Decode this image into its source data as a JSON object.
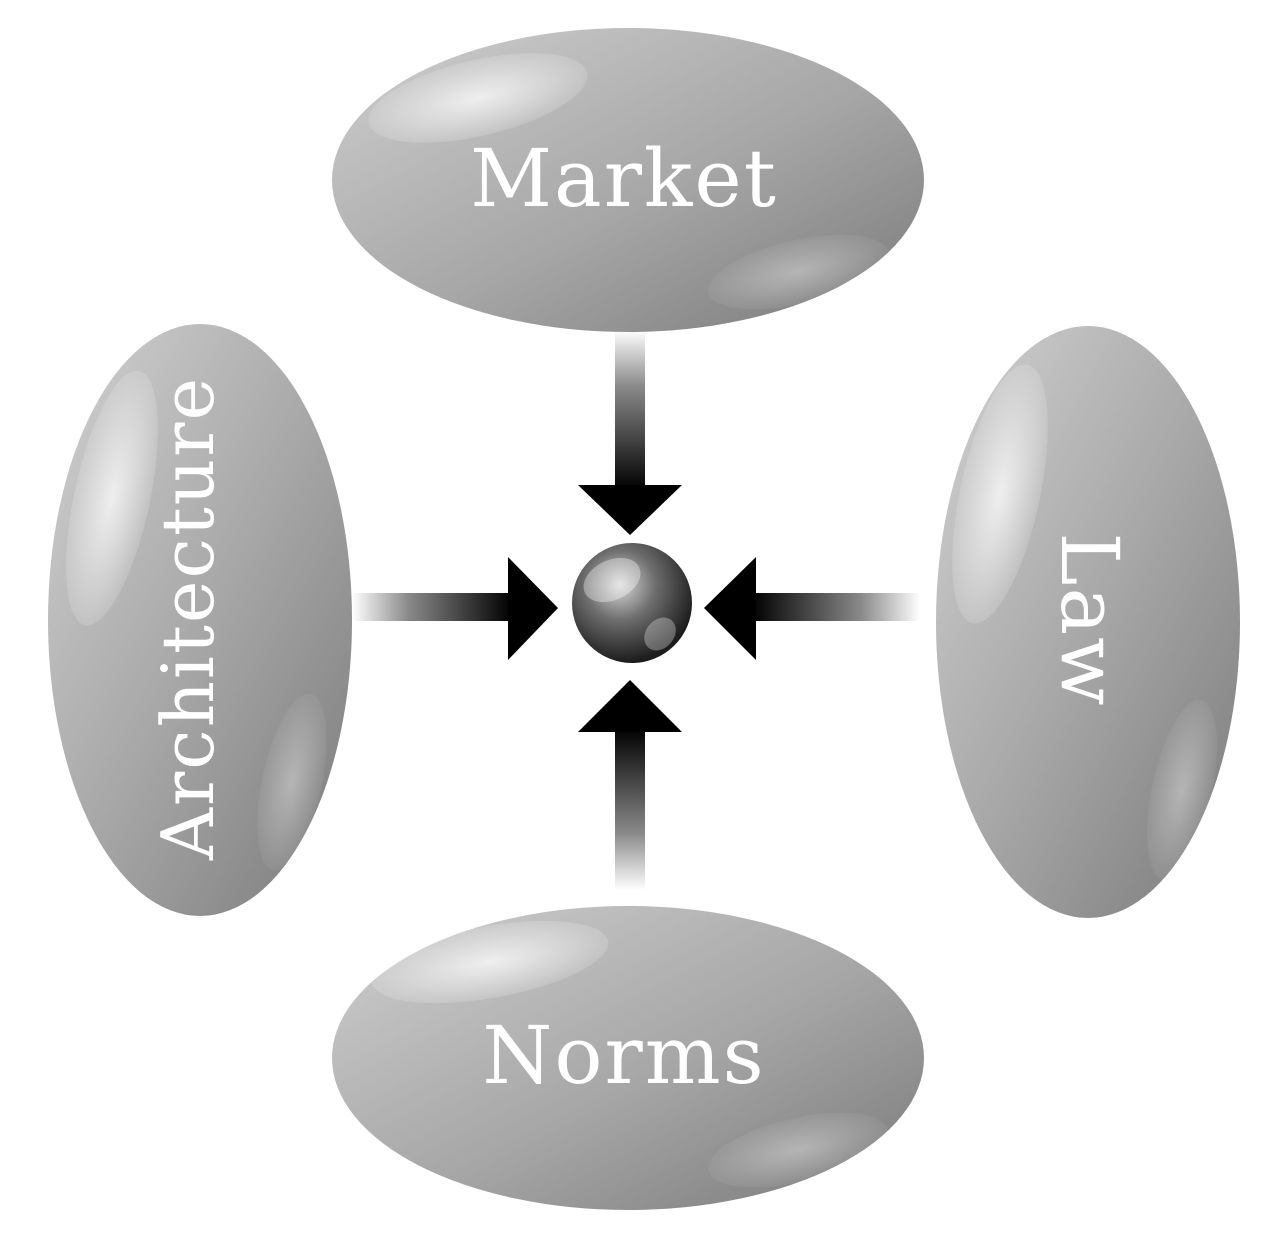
{
  "diagram": {
    "center": {
      "name": "dot"
    },
    "nodes": [
      {
        "id": "market",
        "label": "Market",
        "orientation": "horizontal",
        "position": "top"
      },
      {
        "id": "law",
        "label": "Law",
        "orientation": "vertical-down",
        "position": "right"
      },
      {
        "id": "norms",
        "label": "Norms",
        "orientation": "horizontal",
        "position": "bottom"
      },
      {
        "id": "architecture",
        "label": "Architecture",
        "orientation": "vertical-up",
        "position": "left"
      }
    ],
    "edges": [
      {
        "from": "market",
        "to": "center"
      },
      {
        "from": "law",
        "to": "center"
      },
      {
        "from": "norms",
        "to": "center"
      },
      {
        "from": "architecture",
        "to": "center"
      }
    ],
    "colors": {
      "node_light": "#c8c8c8",
      "node_dark": "#7c7c7c",
      "arrow": "#000000",
      "label": "#ffffff"
    }
  }
}
